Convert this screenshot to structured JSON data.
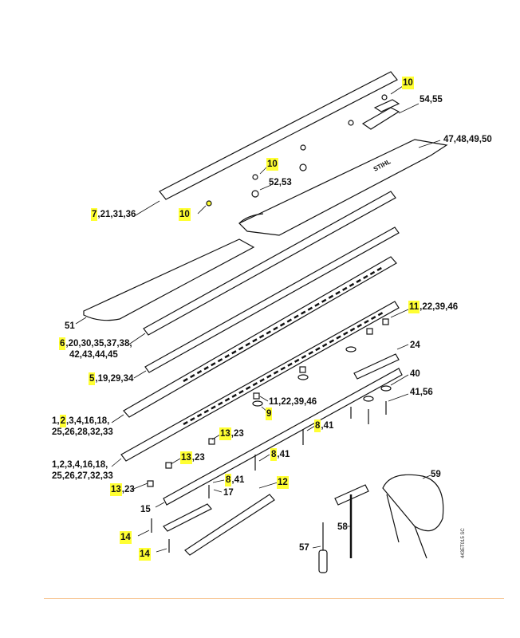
{
  "labels": [
    {
      "pre": "",
      "hl": "10",
      "post": ""
    },
    {
      "pre": "54,55",
      "hl": "",
      "post": ""
    },
    {
      "pre": "47,48,49,50",
      "hl": "",
      "post": ""
    },
    {
      "pre": "",
      "hl": "10",
      "post": ""
    },
    {
      "pre": "52,53",
      "hl": "",
      "post": ""
    },
    {
      "pre": "",
      "hl": "7",
      "post": ",21,31,36"
    },
    {
      "pre": "",
      "hl": "10",
      "post": ""
    },
    {
      "pre": "51",
      "hl": "",
      "post": ""
    },
    {
      "pre": "",
      "hl": "6",
      "post": ",20,30,35,37,38,"
    },
    {
      "pre": "42,43,44,45",
      "hl": "",
      "post": ""
    },
    {
      "pre": "",
      "hl": "11",
      "post": ",22,39,46"
    },
    {
      "pre": "24",
      "hl": "",
      "post": ""
    },
    {
      "pre": "",
      "hl": "5",
      "post": ",19,29,34"
    },
    {
      "pre": "40",
      "hl": "",
      "post": ""
    },
    {
      "pre": "41,56",
      "hl": "",
      "post": ""
    },
    {
      "pre": "11,22,39,46",
      "hl": "",
      "post": ""
    },
    {
      "pre": "",
      "hl": "9",
      "post": ""
    },
    {
      "pre": "1,",
      "hl": "2",
      "post": ",3,4,16,18,"
    },
    {
      "pre": "25,26,28,32,33",
      "hl": "",
      "post": ""
    },
    {
      "pre": "",
      "hl": "8",
      "post": ",41"
    },
    {
      "pre": "",
      "hl": "13",
      "post": ",23"
    },
    {
      "pre": "",
      "hl": "8",
      "post": ",41"
    },
    {
      "pre": "",
      "hl": "13",
      "post": ",23"
    },
    {
      "pre": "1,2,3,4,16,18,",
      "hl": "",
      "post": ""
    },
    {
      "pre": "25,26,27,32,33",
      "hl": "",
      "post": ""
    },
    {
      "pre": "",
      "hl": "8",
      "post": ",41"
    },
    {
      "pre": "",
      "hl": "12",
      "post": ""
    },
    {
      "pre": "",
      "hl": "13",
      "post": ",23"
    },
    {
      "pre": "17",
      "hl": "",
      "post": ""
    },
    {
      "pre": "15",
      "hl": "",
      "post": ""
    },
    {
      "pre": "59",
      "hl": "",
      "post": ""
    },
    {
      "pre": "",
      "hl": "14",
      "post": ""
    },
    {
      "pre": "58",
      "hl": "",
      "post": ""
    },
    {
      "pre": "",
      "hl": "14",
      "post": ""
    },
    {
      "pre": "57",
      "hl": "",
      "post": ""
    }
  ],
  "brand_on_part": "STIHL",
  "drawing_code": "443ET015 SC",
  "highlight_color": "#ffff33"
}
